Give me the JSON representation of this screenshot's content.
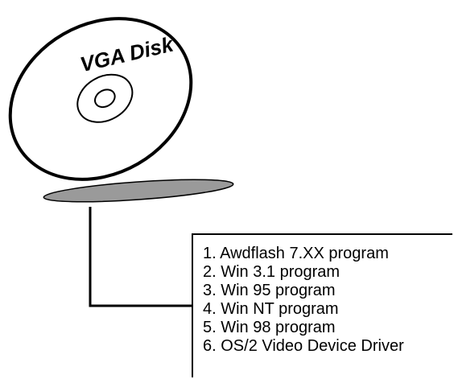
{
  "disk": {
    "label": "VGA Disk"
  },
  "contents": {
    "items": [
      "1. Awdflash 7.XX program",
      "2. Win 3.1 program",
      "3. Win 95 program",
      "4. Win NT program",
      "5. Win 98 program",
      "6. OS/2 Video Device Driver"
    ]
  }
}
